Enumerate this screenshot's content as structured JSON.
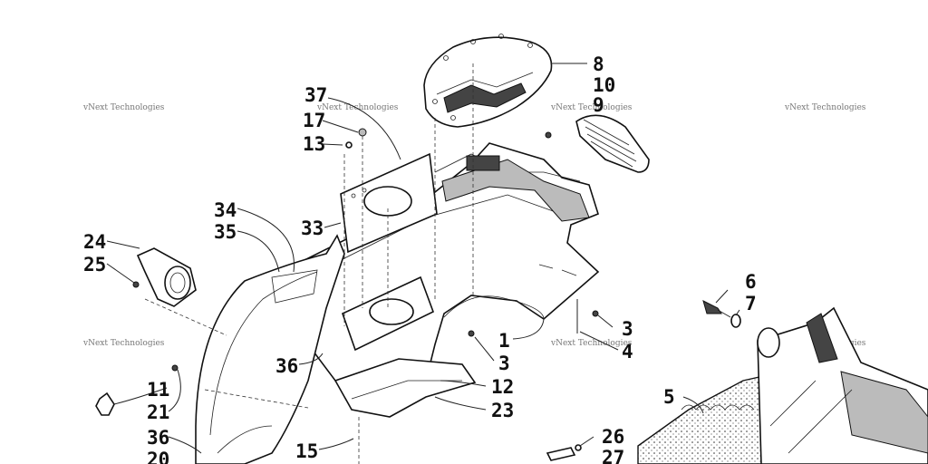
{
  "diagram": {
    "watermark": "vNext Technologies",
    "callouts": [
      {
        "id": "c8",
        "text": "8"
      },
      {
        "id": "c10",
        "text": "10"
      },
      {
        "id": "c9",
        "text": "9"
      },
      {
        "id": "c37",
        "text": "37"
      },
      {
        "id": "c17",
        "text": "17"
      },
      {
        "id": "c13",
        "text": "13"
      },
      {
        "id": "c34",
        "text": "34"
      },
      {
        "id": "c35",
        "text": "35"
      },
      {
        "id": "c33",
        "text": "33"
      },
      {
        "id": "c24",
        "text": "24"
      },
      {
        "id": "c25",
        "text": "25"
      },
      {
        "id": "c6",
        "text": "6"
      },
      {
        "id": "c7",
        "text": "7"
      },
      {
        "id": "c3a",
        "text": "3"
      },
      {
        "id": "c1",
        "text": "1"
      },
      {
        "id": "c4",
        "text": "4"
      },
      {
        "id": "c3b",
        "text": "3"
      },
      {
        "id": "c36a",
        "text": "36"
      },
      {
        "id": "c12",
        "text": "12"
      },
      {
        "id": "c11",
        "text": "11"
      },
      {
        "id": "c23",
        "text": "23"
      },
      {
        "id": "c21",
        "text": "21"
      },
      {
        "id": "c5",
        "text": "5"
      },
      {
        "id": "c36b",
        "text": "36"
      },
      {
        "id": "c20",
        "text": "20"
      },
      {
        "id": "c15",
        "text": "15"
      },
      {
        "id": "c26",
        "text": "26"
      },
      {
        "id": "c27",
        "text": "27"
      }
    ]
  }
}
